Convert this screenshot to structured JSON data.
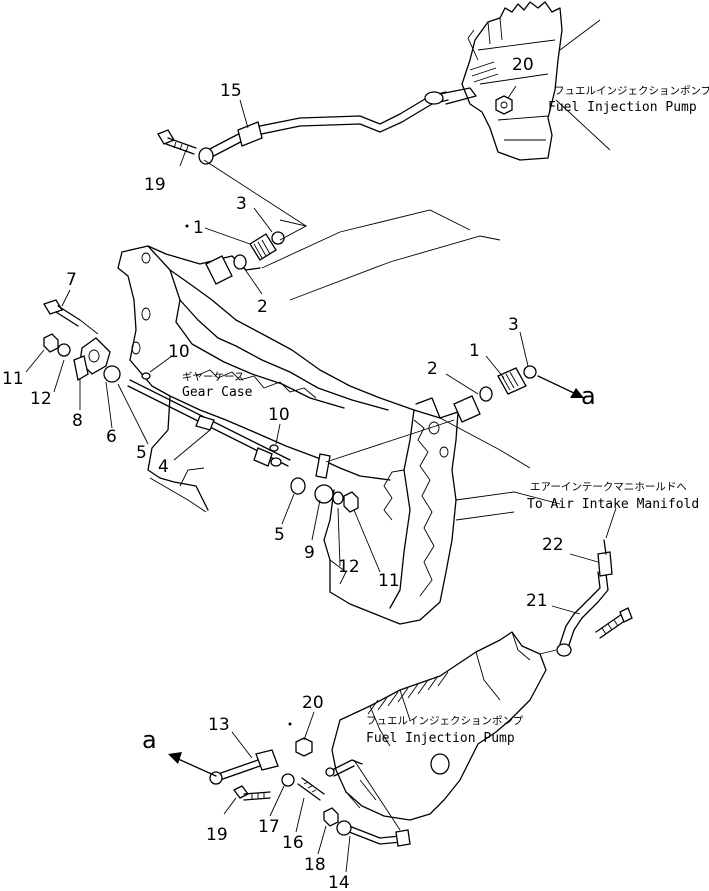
{
  "labels": {
    "fuel_pump_top_jp": "フュエルインジェクションポンプ",
    "fuel_pump_top_en": "Fuel Injection Pump",
    "gear_case_jp": "ギヤーケース",
    "gear_case_en": "Gear Case",
    "air_intake_jp": "エアーインテークマニホールドへ",
    "air_intake_en": "To Air Intake Manifold",
    "fuel_pump_bottom_jp": "フュエルインジェクションポンプ",
    "fuel_pump_bottom_en": "Fuel Injection Pump",
    "ref_a_right": "a",
    "ref_a_left": "a"
  },
  "callouts": {
    "c1_top": "1",
    "c2_top": "2",
    "c3_top": "3",
    "c1_right": "1",
    "c2_right": "2",
    "c3_right": "3",
    "c4": "4",
    "c5_left": "5",
    "c5_right": "5",
    "c6": "6",
    "c7": "7",
    "c8": "8",
    "c9": "9",
    "c10_left": "10",
    "c10_right": "10",
    "c11_left": "11",
    "c11_right": "11",
    "c12_left": "12",
    "c12_right": "12",
    "c13": "13",
    "c14": "14",
    "c15": "15",
    "c16": "16",
    "c17": "17",
    "c18": "18",
    "c19_top": "19",
    "c19_bottom": "19",
    "c20_top": "20",
    "c20_bottom": "20",
    "c21": "21",
    "c22": "22"
  }
}
